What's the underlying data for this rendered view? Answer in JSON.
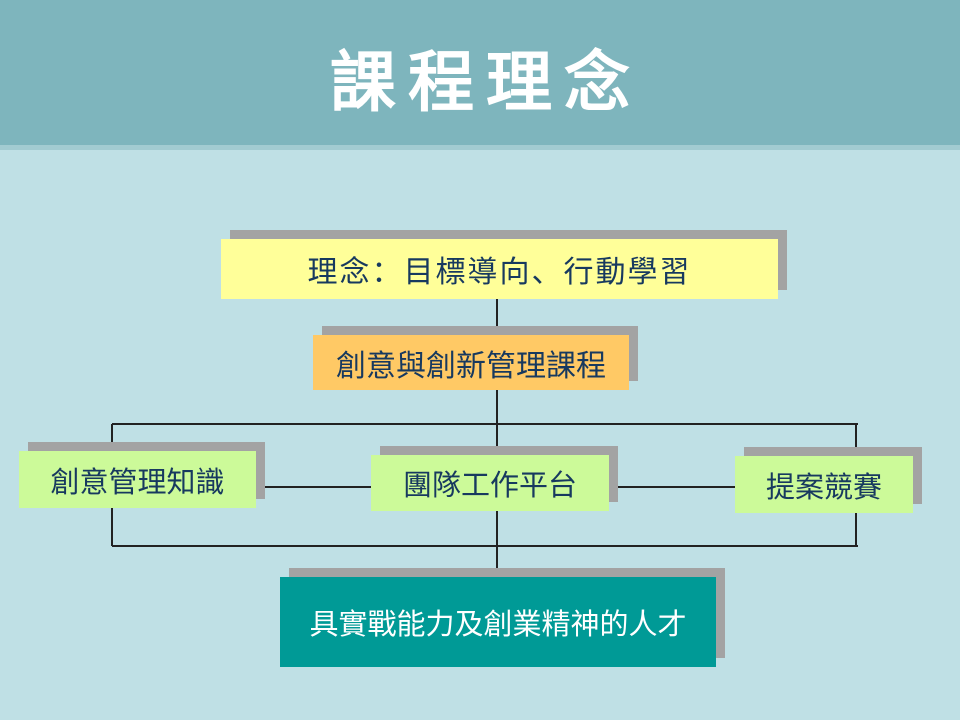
{
  "slide": {
    "title": "課程理念",
    "boxes": {
      "concept": {
        "label": "理念：目標導向、行動學習",
        "fill": "#ffff99"
      },
      "course": {
        "label": "創意與創新管理課程",
        "fill": "#ffc965"
      },
      "knowledge": {
        "label": "創意管理知識",
        "fill": "#ccfa99"
      },
      "platform": {
        "label": "團隊工作平台",
        "fill": "#ccfa99"
      },
      "competition": {
        "label": "提案競賽",
        "fill": "#ccfa99"
      },
      "talent": {
        "label": "具實戰能力及創業精神的人才",
        "fill": "#009a96"
      }
    },
    "colors": {
      "header_band": "#7eb5bd",
      "header_edge": "#a2cbd1",
      "background": "#bfe0e5",
      "title_text": "#ffffff",
      "box_text": "#17395f",
      "talent_text": "#ffffff",
      "shadow": "#a3a3a3",
      "connector": "#222222"
    }
  }
}
